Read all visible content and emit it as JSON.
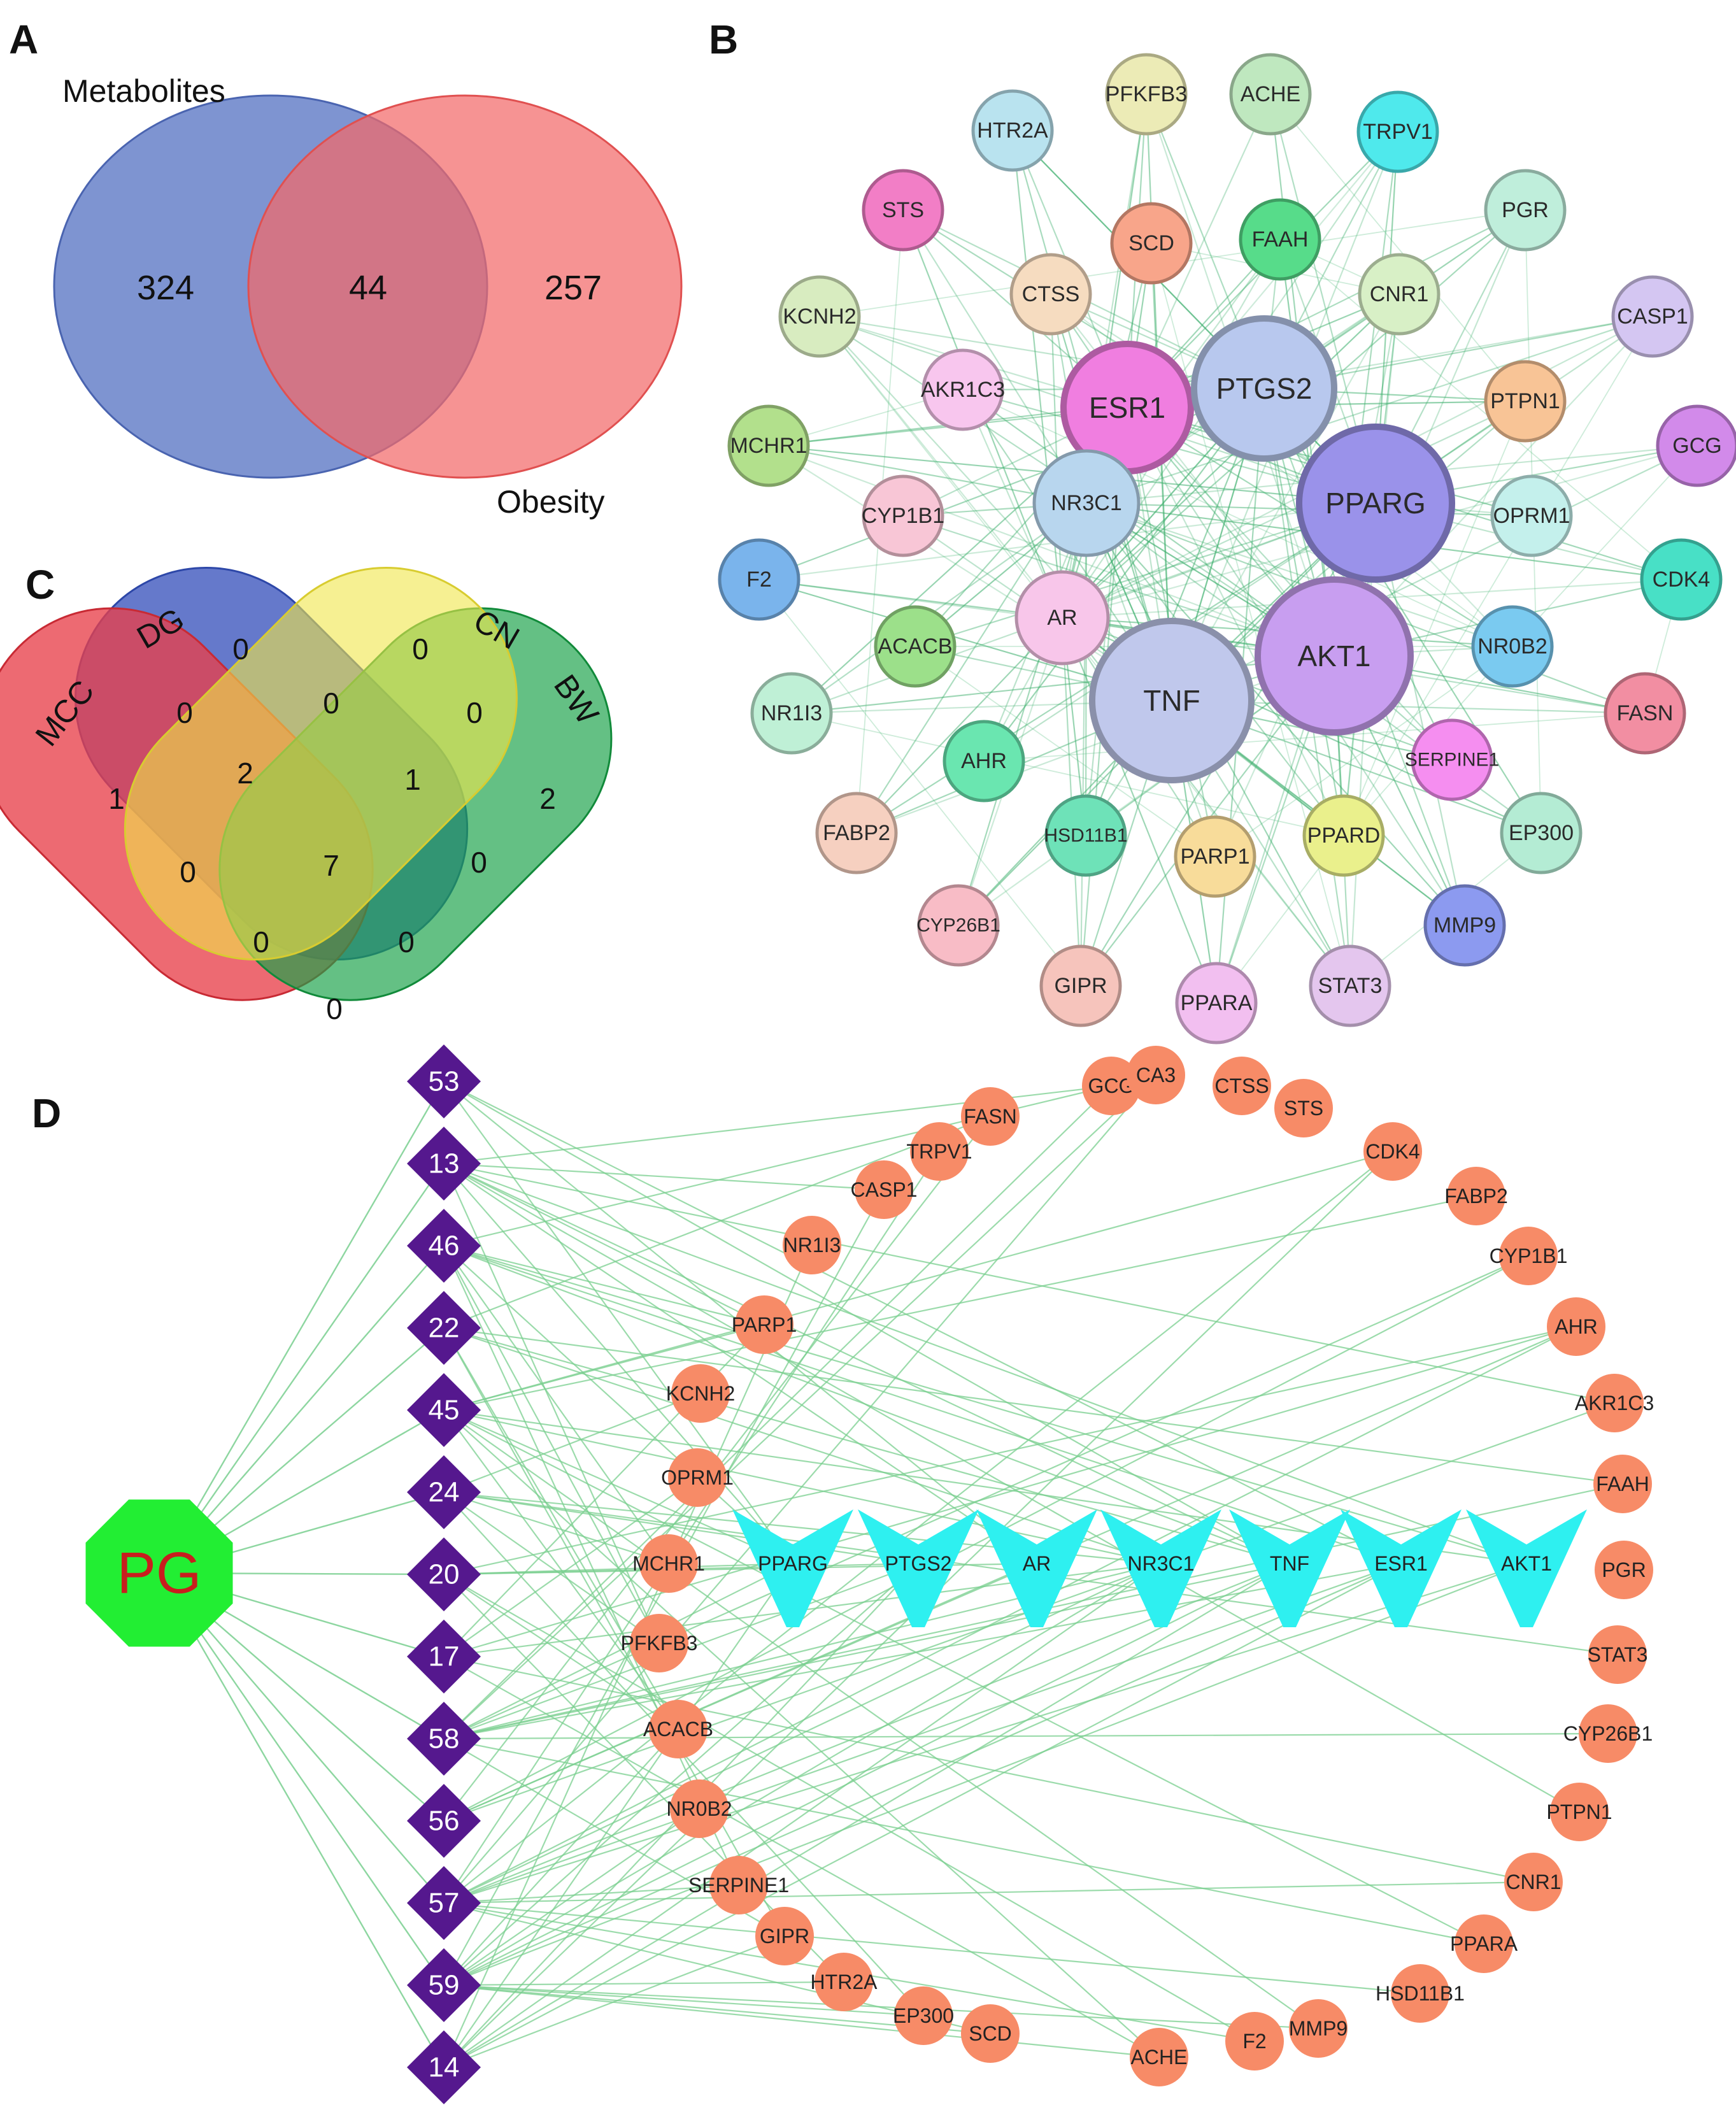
{
  "panel_labels": {
    "a": "A",
    "b": "B",
    "c": "C",
    "d": "D"
  },
  "venn_a": {
    "left_label": "Metabolites",
    "right_label": "Obesity",
    "left_only": "324",
    "overlap": "44",
    "right_only": "257",
    "colors": {
      "left": "#5a76c4",
      "right": "#f26a6a",
      "overlap": "#b94a6c"
    }
  },
  "venn_c": {
    "sets": [
      "MCC",
      "DG",
      "CN",
      "BW"
    ],
    "counts": {
      "dg_only": "0",
      "cn_only": "0",
      "mcc_only": "1",
      "bw_only": "2",
      "mcc_dg": "0",
      "dg_cn": "0",
      "cn_bw": "0",
      "mcc_dg_cn": "2",
      "dg_cn_bw": "1",
      "mcc_cn": "0",
      "all": "7",
      "dg_bw": "0",
      "mcc_cn_bw": "0",
      "mcc_dg_bw": "0",
      "mcc_bw": "0"
    }
  },
  "ppi_network": {
    "nodes": [
      {
        "id": "PFKFB3",
        "color": "#ecebb6"
      },
      {
        "id": "ACHE",
        "color": "#bfe8bf"
      },
      {
        "id": "HTR2A",
        "color": "#b9e3ef"
      },
      {
        "id": "TRPV1",
        "color": "#4fe9ec"
      },
      {
        "id": "STS",
        "color": "#f27ec6"
      },
      {
        "id": "SCD",
        "color": "#f8a58a"
      },
      {
        "id": "FAAH",
        "color": "#57dc8a"
      },
      {
        "id": "PGR",
        "color": "#bfeedb"
      },
      {
        "id": "KCNH2",
        "color": "#d8ecc0"
      },
      {
        "id": "CTSS",
        "color": "#f6dcc0"
      },
      {
        "id": "CNR1",
        "color": "#d8f0c6"
      },
      {
        "id": "CASP1",
        "color": "#d4c6f2"
      },
      {
        "id": "AKR1C3",
        "color": "#f8c6ee"
      },
      {
        "id": "ESR1",
        "color": "#f07ee0"
      },
      {
        "id": "PTGS2",
        "color": "#b8c8ee"
      },
      {
        "id": "PTPN1",
        "color": "#f8c496"
      },
      {
        "id": "MCHR1",
        "color": "#b2e08c"
      },
      {
        "id": "GCG",
        "color": "#d28aea"
      },
      {
        "id": "CYP1B1",
        "color": "#f8c6d6"
      },
      {
        "id": "NR3C1",
        "color": "#b8d6ee"
      },
      {
        "id": "PPARG",
        "color": "#9a92ea"
      },
      {
        "id": "OPRM1",
        "color": "#c4f0ec"
      },
      {
        "id": "F2",
        "color": "#7ab4ec"
      },
      {
        "id": "AR",
        "color": "#f8c6ea"
      },
      {
        "id": "CDK4",
        "color": "#48e0c6"
      },
      {
        "id": "AKT1",
        "color": "#c89ef0"
      },
      {
        "id": "ACACB",
        "color": "#9ce08a"
      },
      {
        "id": "NR0B2",
        "color": "#7acaf0"
      },
      {
        "id": "NR1I3",
        "color": "#bff0d6"
      },
      {
        "id": "TNF",
        "color": "#c0c8ec"
      },
      {
        "id": "FASN",
        "color": "#f28ea2"
      },
      {
        "id": "AHR",
        "color": "#6ae6b0"
      },
      {
        "id": "SERPINE1",
        "color": "#f58ef0"
      },
      {
        "id": "FABP2",
        "color": "#f6d0c0"
      },
      {
        "id": "HSD11B1",
        "color": "#6ee2b8"
      },
      {
        "id": "PPARD",
        "color": "#eaf08c"
      },
      {
        "id": "EP300",
        "color": "#b4ecd4"
      },
      {
        "id": "PARP1",
        "color": "#f8dc9a"
      },
      {
        "id": "CYP26B1",
        "color": "#f8bcc6"
      },
      {
        "id": "MMP9",
        "color": "#8c9af0"
      },
      {
        "id": "GIPR",
        "color": "#f6c4bc"
      },
      {
        "id": "STAT3",
        "color": "#e4c6ee"
      },
      {
        "id": "PPARA",
        "color": "#f2bff0"
      }
    ]
  },
  "compound_target_network": {
    "herb": {
      "label": "PG",
      "color": "#22ee33"
    },
    "compounds": [
      "53",
      "13",
      "46",
      "22",
      "45",
      "24",
      "20",
      "17",
      "58",
      "56",
      "57",
      "59",
      "14"
    ],
    "compound_color": "#55188e",
    "hub_targets": [
      "PPARG",
      "PTGS2",
      "AR",
      "NR3C1",
      "TNF",
      "ESR1",
      "AKT1"
    ],
    "hub_color": "#2ef0f0",
    "targets_left": [
      "TRPV1",
      "CASP1",
      "NR1I3",
      "PARP1",
      "KCNH2",
      "OPRM1",
      "MCHR1",
      "PFKFB3",
      "ACACB",
      "NR0B2",
      "SERPINE1",
      "GIPR",
      "HTR2A",
      "EP300",
      "SCD"
    ],
    "targets_top": [
      "FASN",
      "GCG",
      "CA3",
      "CTSS",
      "STS"
    ],
    "targets_right": [
      "CDK4",
      "FABP2",
      "CYP1B1",
      "AHR",
      "AKR1C3",
      "FAAH",
      "PGR",
      "STAT3",
      "CYP26B1",
      "PTPN1",
      "CNR1",
      "PPARA",
      "HSD11B1",
      "MMP9",
      "F2",
      "ACHE"
    ],
    "target_color": "#f78b67",
    "edge_color": "#79cf8f"
  }
}
